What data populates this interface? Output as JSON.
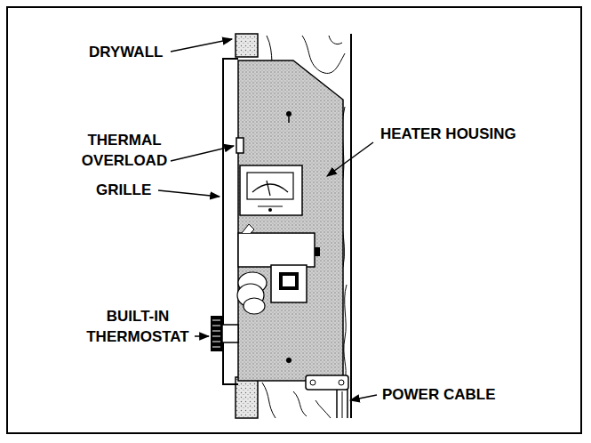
{
  "diagram": {
    "labels": [
      "DRYWALL",
      "THERMAL OVERLOAD",
      "GRILLE",
      "BUILT-IN THERMOSTAT",
      "HEATER HOUSING",
      "POWER CABLE"
    ]
  }
}
